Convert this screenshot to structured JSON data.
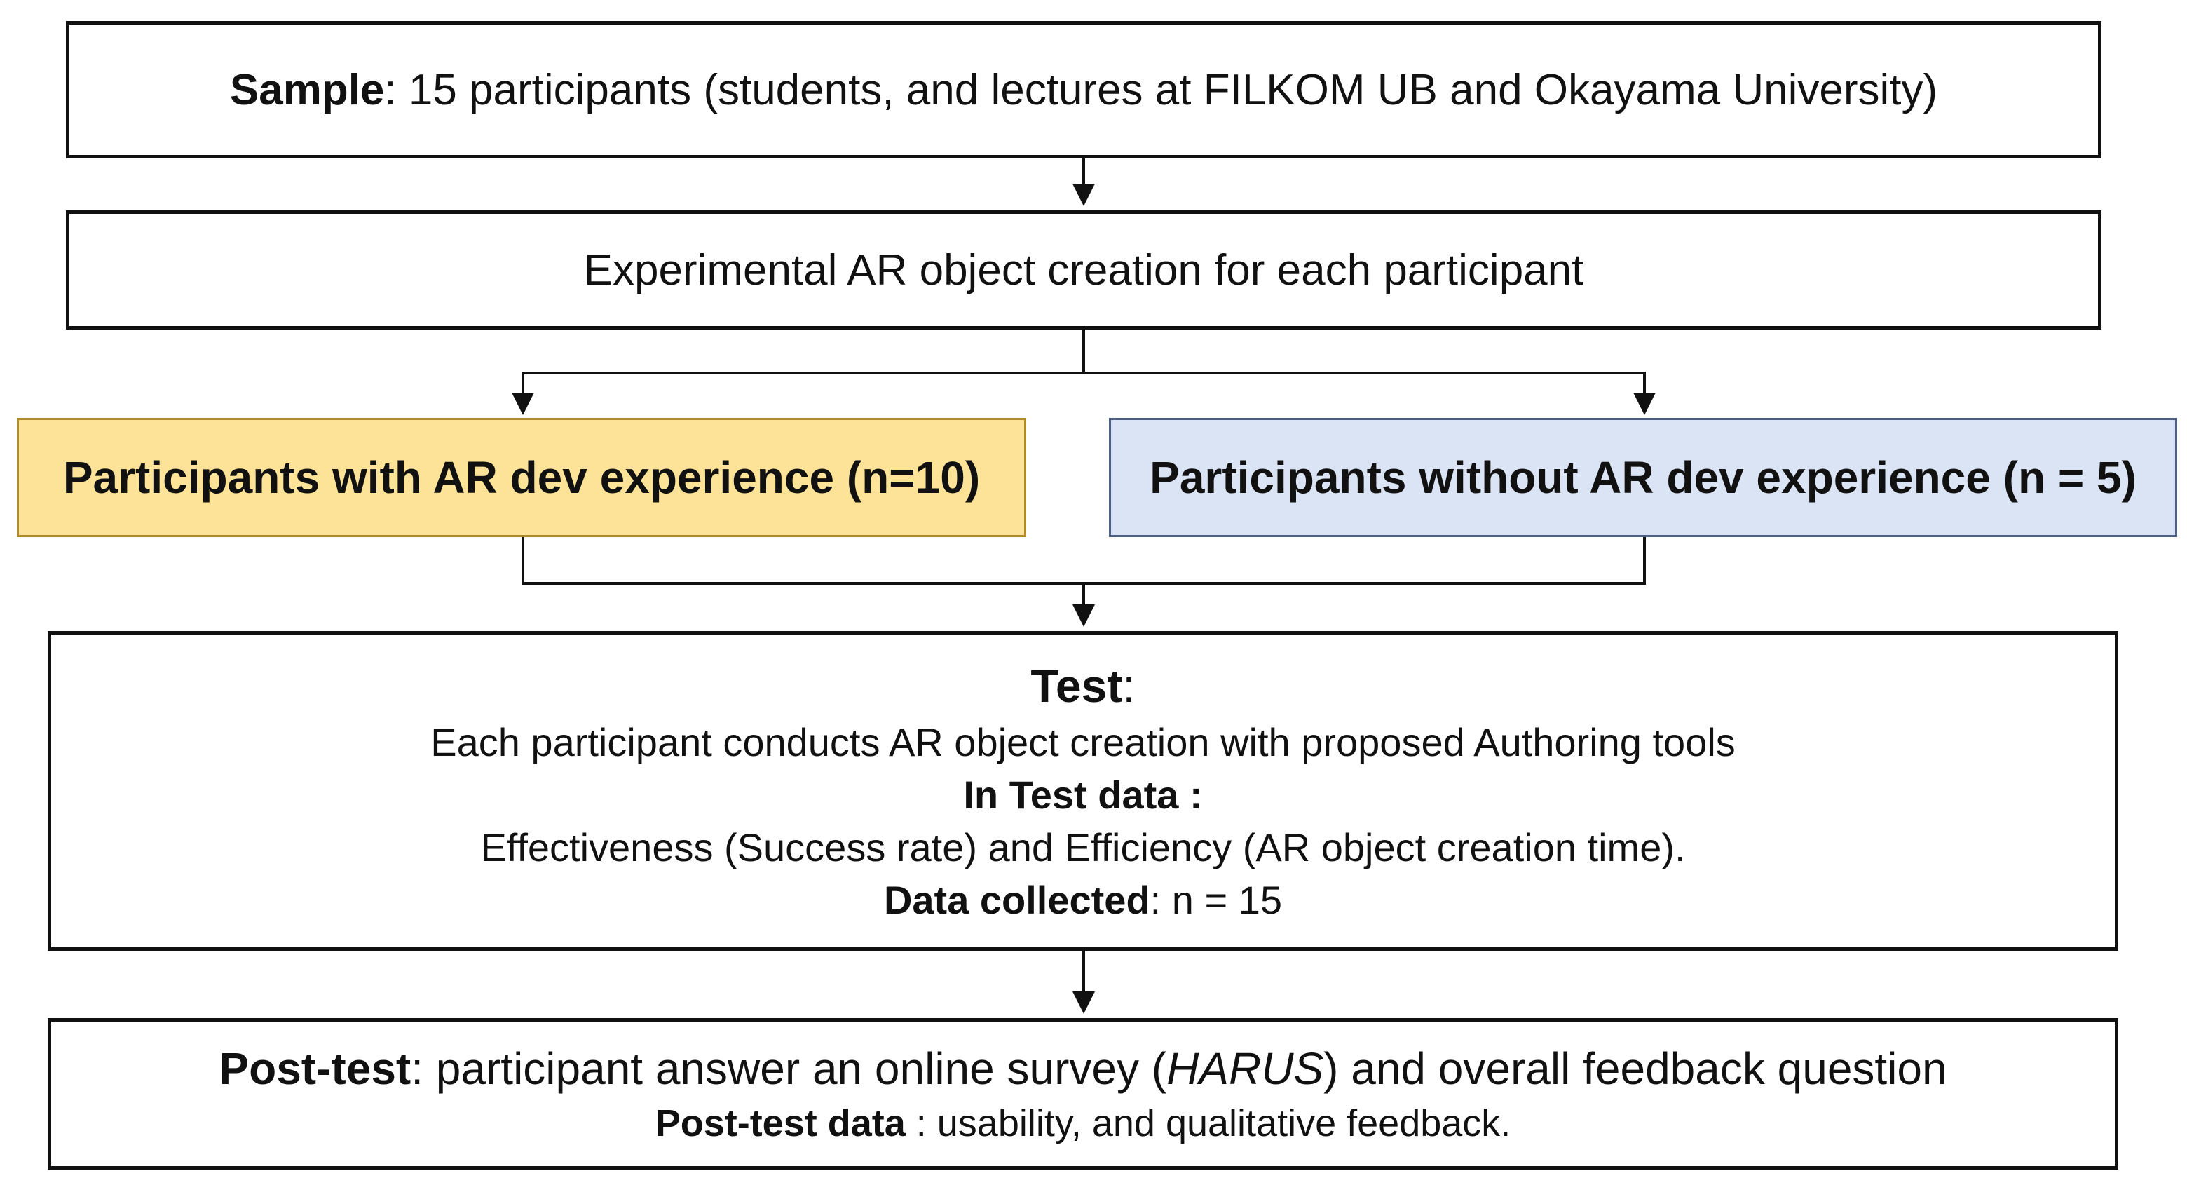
{
  "sample": {
    "label": "Sample",
    "text": ": 15 participants (students, and lectures at FILKOM UB and Okayama University)"
  },
  "experiment": {
    "text": "Experimental AR object creation for each participant"
  },
  "group_with": {
    "text": "Participants with AR dev experience (n=10)",
    "fill": "#fde398"
  },
  "group_without": {
    "text": "Participants without AR dev experience (n = 5)",
    "fill": "#dbe4f4"
  },
  "test": {
    "label": "Test",
    "label_suffix": ":",
    "description": "Each participant conducts AR object creation with proposed Authoring tools",
    "data_heading": "In Test data :",
    "data_text": "Effectiveness (Success rate) and Efficiency (AR object creation time).",
    "collected_label": "Data collected",
    "collected_text": ": n = 15"
  },
  "post_test": {
    "label": "Post-test",
    "text_before": ": participant answer an online survey (",
    "survey_name": "HARUS",
    "text_after": ") and overall feedback question",
    "data_label": "Post-test data",
    "data_text": " : usability, and qualitative feedback."
  }
}
